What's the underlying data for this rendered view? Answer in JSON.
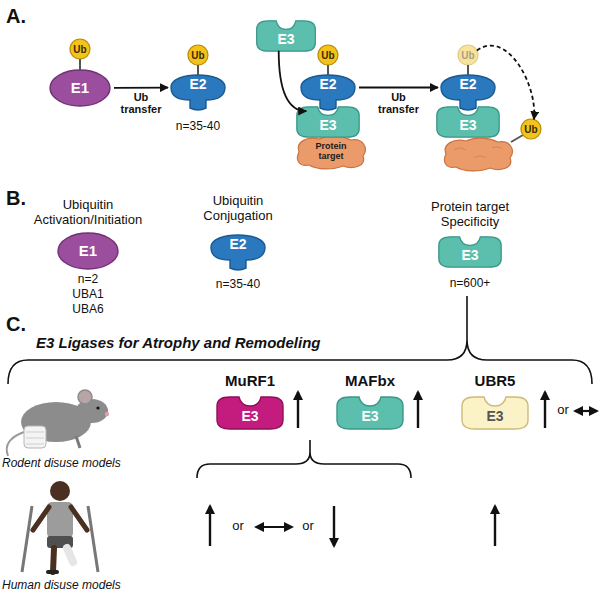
{
  "diagram": {
    "nodes": [
      {
        "text": [
          "Ub"
        ]
      },
      {
        "text": [
          "E1"
        ]
      },
      {
        "text": [
          "Ub"
        ]
      },
      {
        "text": [
          "E2"
        ]
      },
      {
        "text": [
          "E3"
        ]
      },
      {
        "text": [
          "Ub"
        ]
      },
      {
        "text": [
          "E2"
        ]
      },
      {
        "text": [
          "E3"
        ]
      },
      {
        "text": [
          "Protein target"
        ]
      },
      {
        "text": [
          "Ub"
        ]
      },
      {
        "text": [
          "E2"
        ]
      },
      {
        "text": [
          "E3"
        ]
      },
      {
        "text": [
          "Ub"
        ]
      },
      {
        "text": [
          "Ubiquitin Activation/Initiation",
          "E1"
        ]
      },
      {
        "text": [
          "Ubiquitin Conjugation",
          "E2"
        ]
      },
      {
        "text": [
          "Protein target Specificity",
          "E3"
        ]
      },
      {
        "text": [
          "MuRF1",
          "E3"
        ]
      },
      {
        "text": [
          "MAFbx",
          "E3"
        ]
      },
      {
        "text": [
          "UBR5",
          "E3"
        ]
      }
    ],
    "edges": [
      {
        "from": 0,
        "to": 1,
        "arrow": "none"
      },
      {
        "from": 1,
        "to": 3,
        "label": "Ub transfer",
        "arrow": "to"
      },
      {
        "from": 2,
        "to": 3,
        "arrow": "none"
      },
      {
        "from": 4,
        "to": 7,
        "arrow": "to"
      },
      {
        "from": 5,
        "to": 6,
        "arrow": "none"
      },
      {
        "from": 6,
        "to": 10,
        "label": "Ub transfer",
        "arrow": "to"
      },
      {
        "from": 9,
        "to": 10,
        "arrow": "none"
      },
      {
        "from": 9,
        "to": 12,
        "arrow": "to"
      }
    ],
    "labels": [
      "A.",
      "n=35-40",
      "B.",
      "n=2",
      "UBA1",
      "UBA6",
      "n=35-40",
      "n=600+",
      "C.",
      "E3 Ligases for Atrophy and Remodeling",
      "Rodent disuse models",
      "or",
      "Human disuse models",
      "or",
      "or"
    ]
  }
}
